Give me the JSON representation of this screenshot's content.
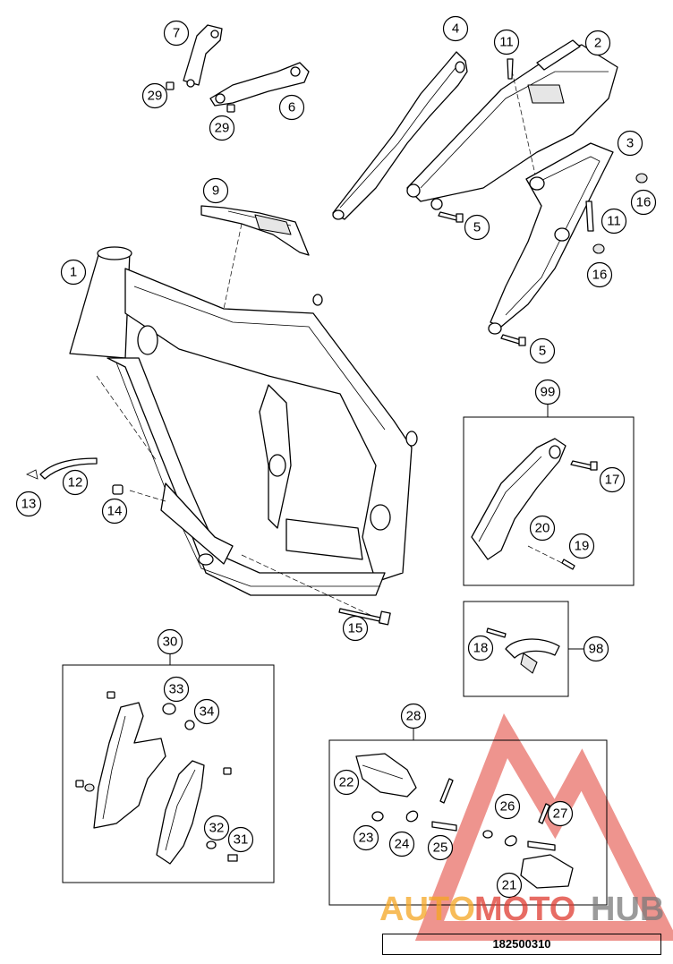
{
  "callouts": [
    "1",
    "2",
    "3",
    "4",
    "5",
    "5",
    "6",
    "7",
    "9",
    "11",
    "11",
    "12",
    "13",
    "14",
    "15",
    "16",
    "16",
    "17",
    "18",
    "19",
    "20",
    "21",
    "22",
    "23",
    "24",
    "25",
    "26",
    "27",
    "28",
    "29",
    "29",
    "30",
    "31",
    "32",
    "33",
    "34",
    "98",
    "99"
  ],
  "watermark": {
    "part1": "AUTO",
    "part2": "MOTO",
    "part3": "HUB",
    "color_orange": "#f5a623",
    "color_red": "#e03c31",
    "color_gray": "#7a7a7a"
  },
  "document_number": "182500310",
  "colors": {
    "line": "#000000",
    "background": "#ffffff"
  }
}
